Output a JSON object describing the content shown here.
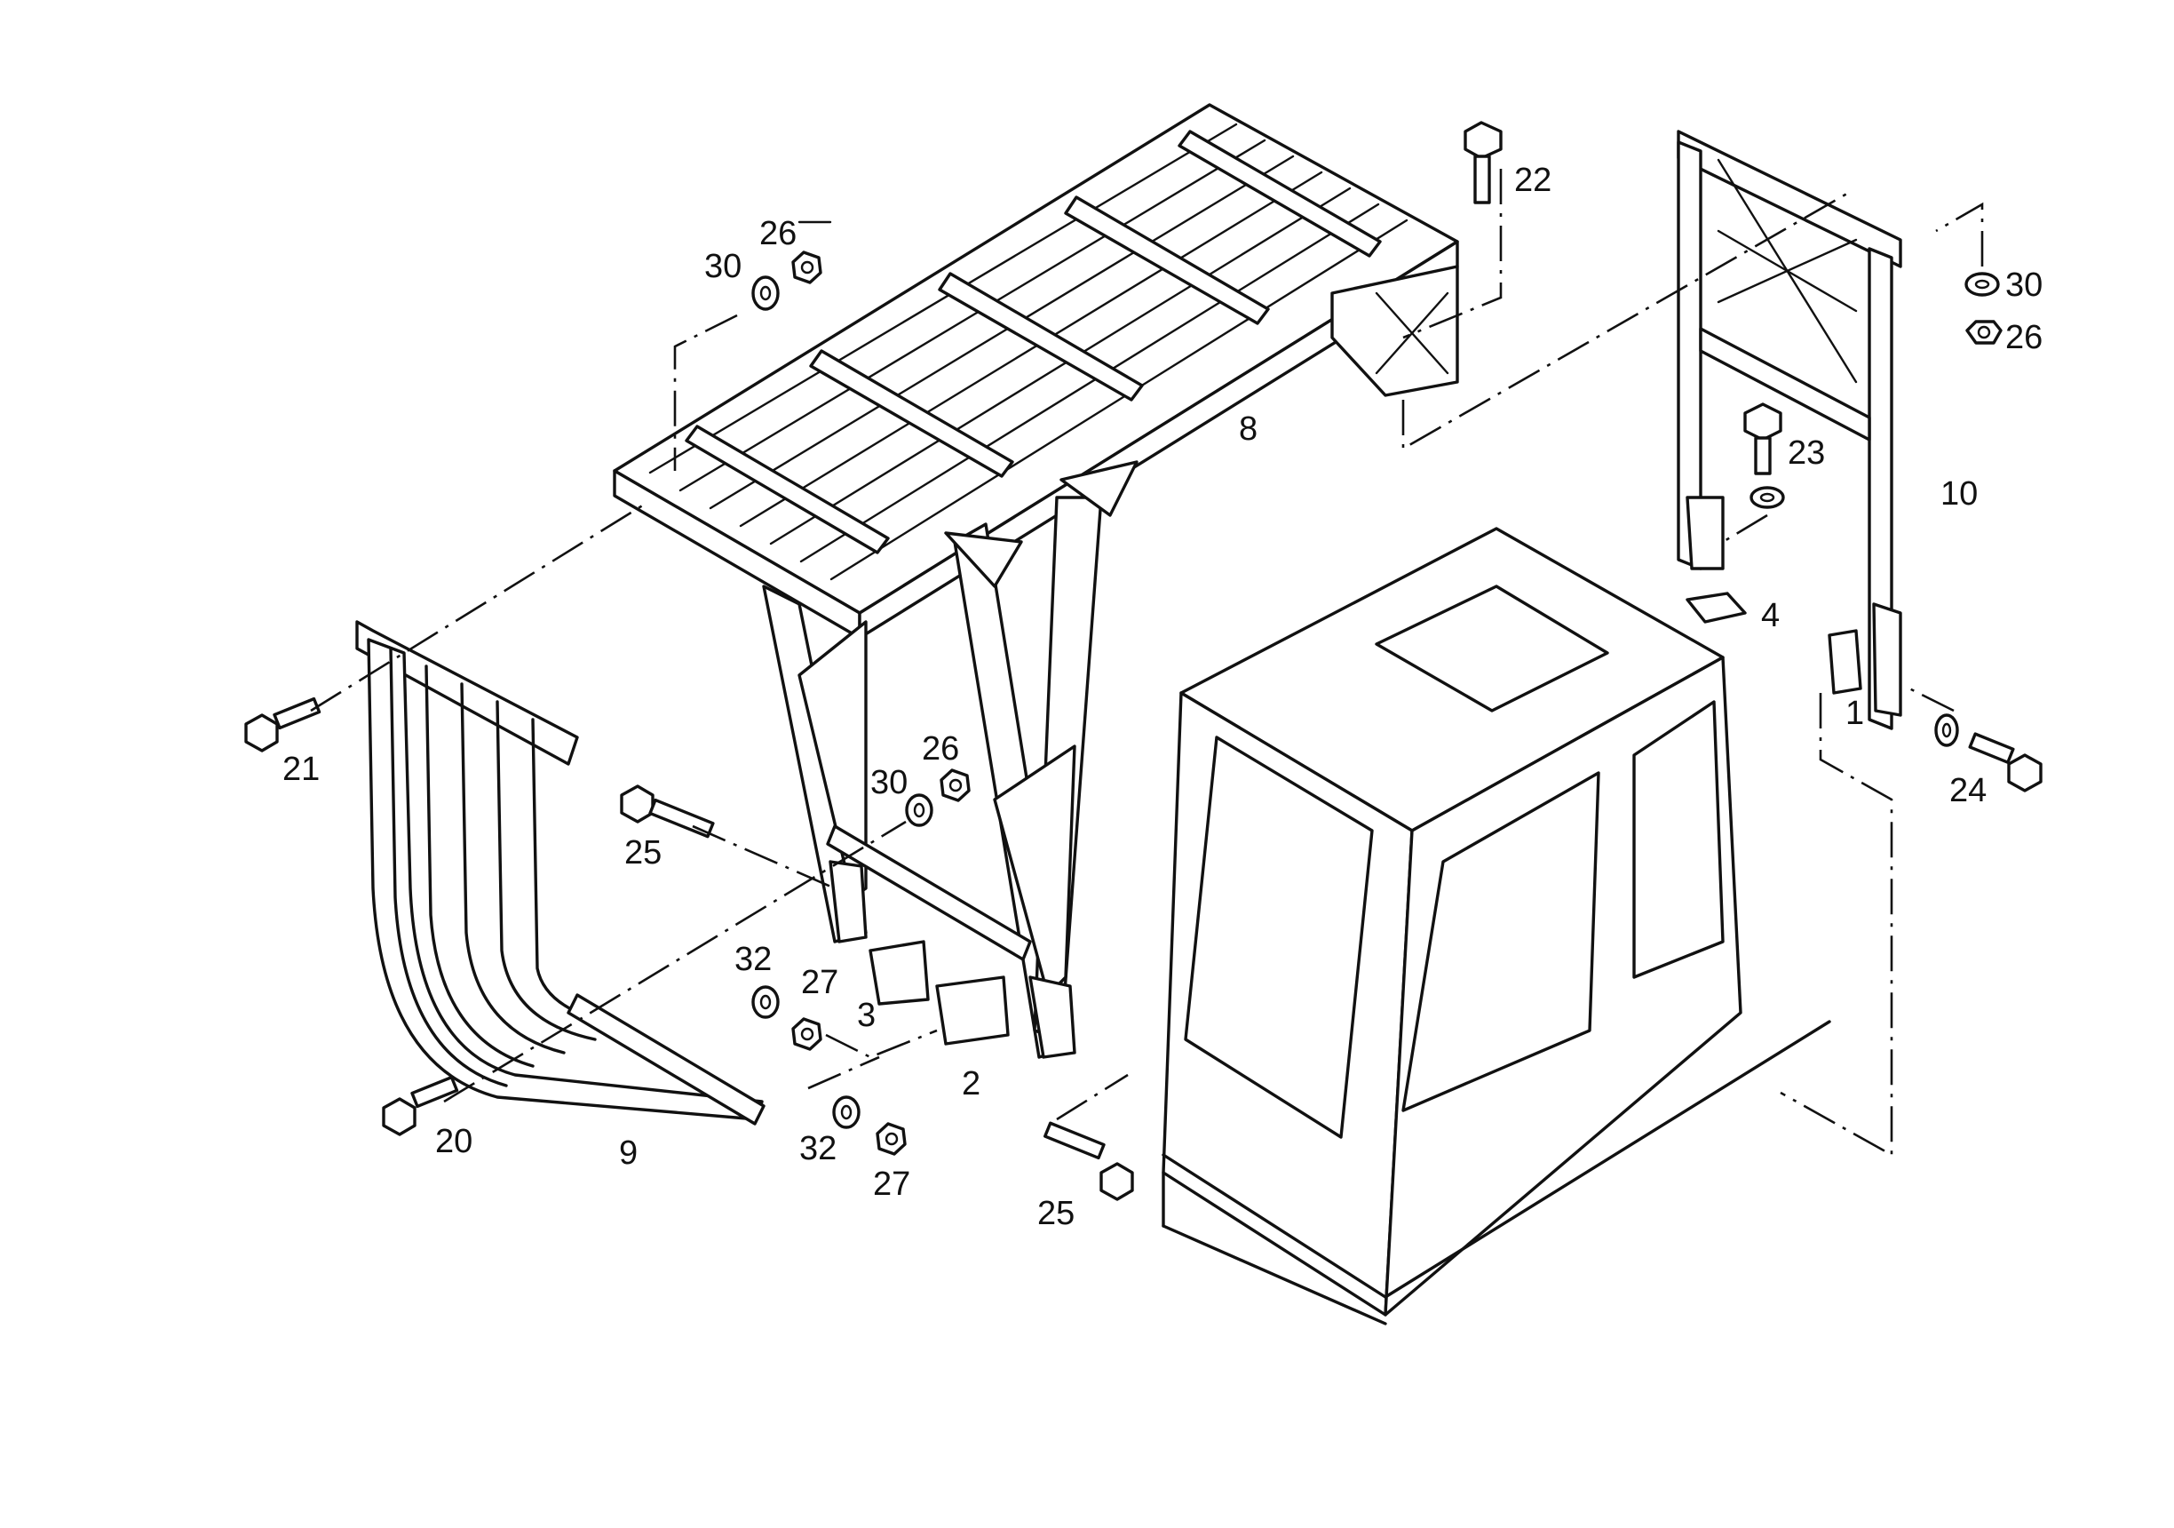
{
  "diagram": {
    "callouts": {
      "c1": "1",
      "c2": "2",
      "c3": "3",
      "c4": "4",
      "c8": "8",
      "c9": "9",
      "c10": "10",
      "c20": "20",
      "c21": "21",
      "c22": "22",
      "c23": "23",
      "c24": "24",
      "c25a": "25",
      "c25b": "25",
      "c26a": "26",
      "c26b": "26",
      "c26c": "26",
      "c27a": "27",
      "c27b": "27",
      "c30a": "30",
      "c30b": "30",
      "c30c": "30",
      "c32a": "32",
      "c32b": "32"
    }
  }
}
